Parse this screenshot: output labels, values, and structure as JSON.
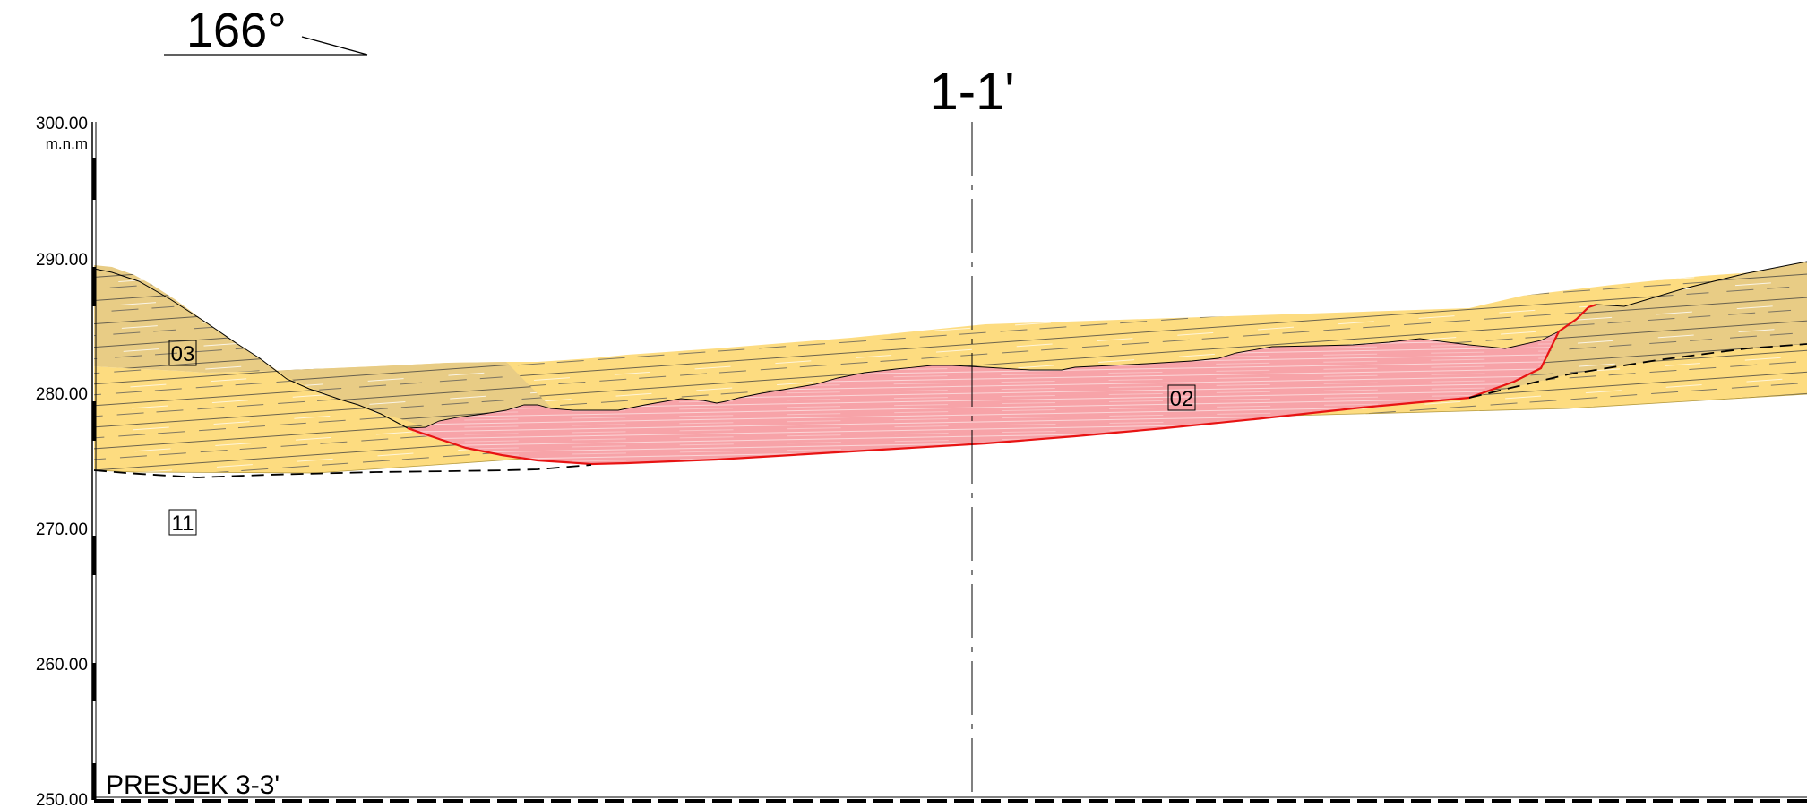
{
  "header": {
    "orientation": "166°",
    "section_title": "1-1'"
  },
  "axis": {
    "unit": "m.n.m",
    "ticks": [
      "300.00",
      "290.00",
      "280.00",
      "270.00",
      "260.00",
      "250.00"
    ]
  },
  "section_name": "PRESJEK 3-3'",
  "layers": [
    {
      "id": "03",
      "color": "#e8cc85"
    },
    {
      "id": "02",
      "color": "#f7a3a8"
    },
    {
      "id": "11",
      "color": "#fddc80"
    }
  ],
  "colors": {
    "boundary_red": "#e81313",
    "hatch": "#3a3a3a"
  }
}
